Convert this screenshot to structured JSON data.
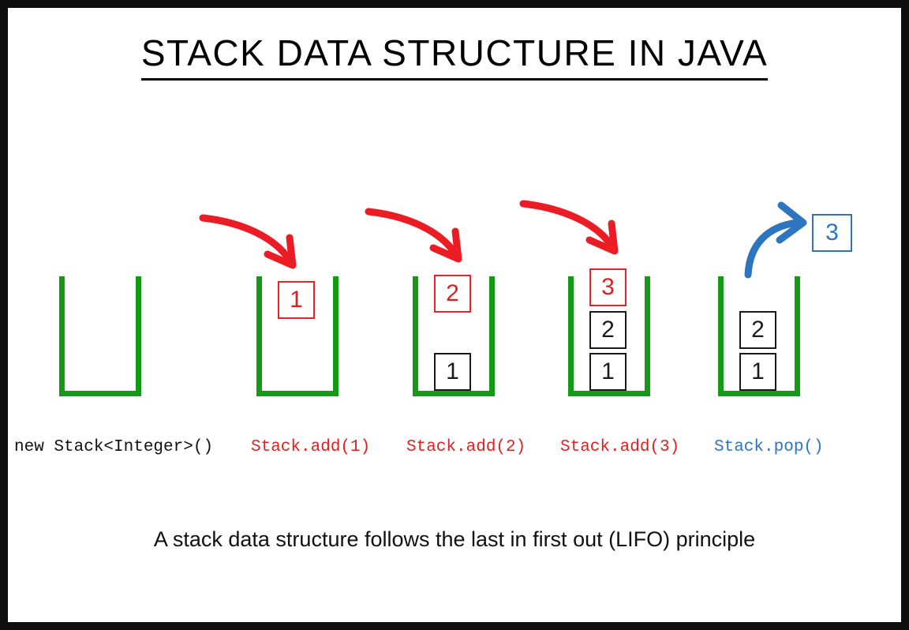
{
  "page": {
    "title": "STACK DATA STRUCTURE IN JAVA",
    "caption": "A stack data structure follows the last in first out (LIFO) principle",
    "border_color": "#0d0d0d",
    "background": "#ffffff"
  },
  "colors": {
    "stack_green": "#159a18",
    "highlight_red": "#e02020",
    "popped_blue": "#2e75c0",
    "value_black": "#1a1a1a"
  },
  "steps": [
    {
      "id": "step-new",
      "code_label": "new Stack<Integer>()",
      "code_color": "black",
      "arrow": "none",
      "incoming_value": null,
      "stack_values": [],
      "popped_value": null
    },
    {
      "id": "step-add-1",
      "code_label": "Stack.add(1)",
      "code_color": "red",
      "arrow": "red-curve-down",
      "incoming_value": "1",
      "stack_values": [],
      "popped_value": null
    },
    {
      "id": "step-add-2",
      "code_label": "Stack.add(2)",
      "code_color": "red",
      "arrow": "red-curve-down",
      "incoming_value": "2",
      "stack_values": [
        "1"
      ],
      "popped_value": null
    },
    {
      "id": "step-add-3",
      "code_label": "Stack.add(3)",
      "code_color": "red",
      "arrow": "red-curve-down",
      "incoming_value": "3",
      "stack_values": [
        "2",
        "1"
      ],
      "popped_value": null
    },
    {
      "id": "step-pop",
      "code_label": "Stack.pop()",
      "code_color": "blue",
      "arrow": "blue-curve-up",
      "incoming_value": null,
      "stack_values": [
        "2",
        "1"
      ],
      "popped_value": "3"
    }
  ]
}
